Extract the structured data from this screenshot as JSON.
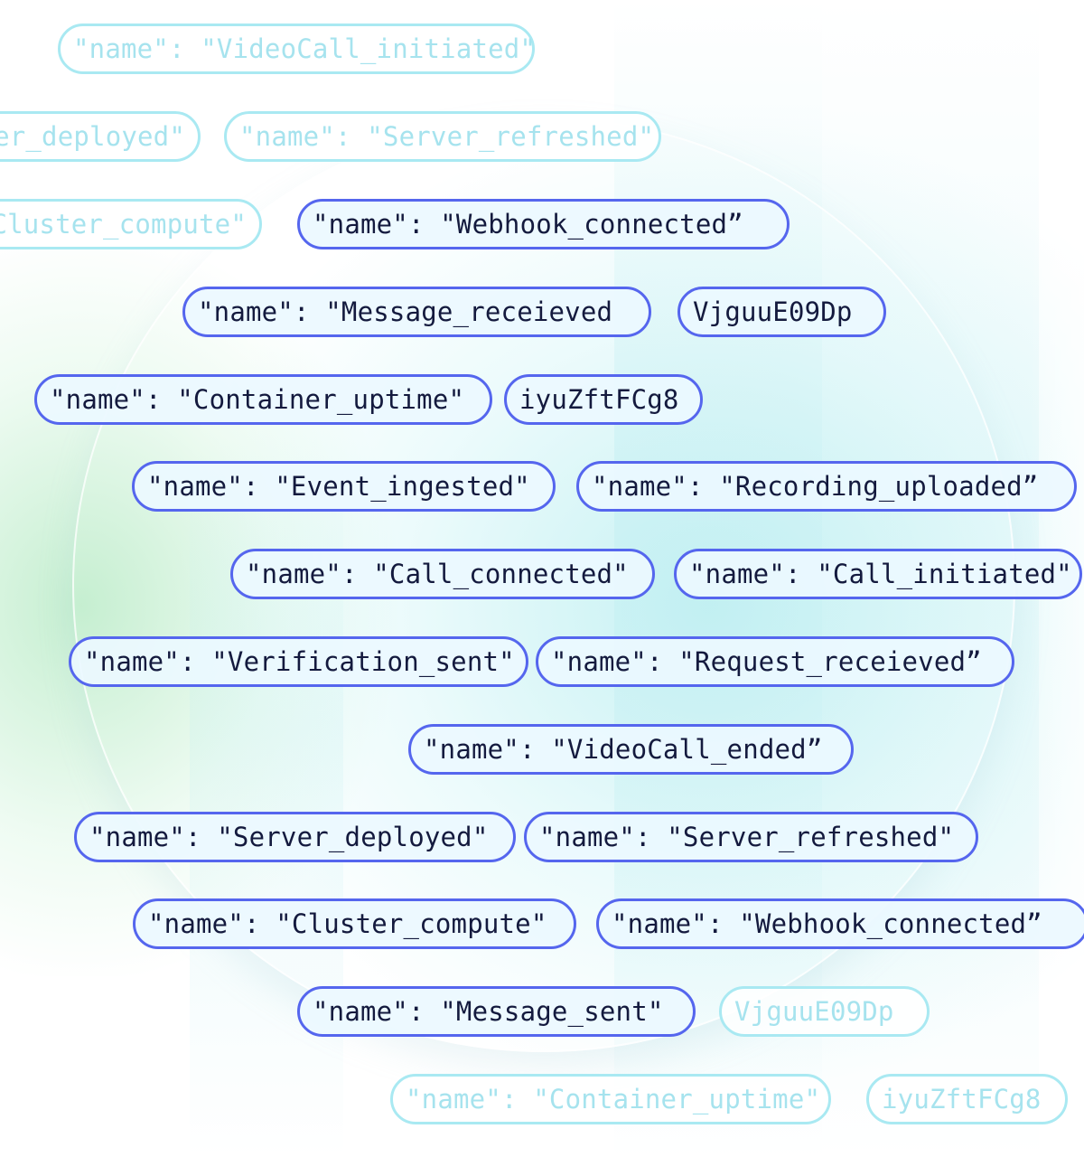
{
  "tags": [
    {
      "text": "\"name\": \"VideoCall_initiated\"",
      "style": "faint"
    },
    {
      "text": "er_deployed\"",
      "style": "faint"
    },
    {
      "text": "\"name\": \"Server_refreshed\"",
      "style": "faint"
    },
    {
      "text": "Cluster_compute\"",
      "style": "faint"
    },
    {
      "text": "\"name\": \"Webhook_connected”",
      "style": "strong"
    },
    {
      "text": "\"name\": \"Message_receieved",
      "style": "strong"
    },
    {
      "text": "VjguuE09Dp",
      "style": "strong"
    },
    {
      "text": "\"name\": \"Container_uptime\"",
      "style": "strong"
    },
    {
      "text": "iyuZftFCg8",
      "style": "strong"
    },
    {
      "text": "\"name\": \"Event_ingested\"",
      "style": "strong"
    },
    {
      "text": "\"name\": \"Recording_uploaded”",
      "style": "strong"
    },
    {
      "text": "\"name\": \"Call_connected\"",
      "style": "strong"
    },
    {
      "text": "\"name\": \"Call_initiated\"",
      "style": "strong"
    },
    {
      "text": "\"name\": \"Verification_sent\"",
      "style": "strong"
    },
    {
      "text": "\"name\": \"Request_receieved”",
      "style": "strong"
    },
    {
      "text": "\"name\": \"VideoCall_ended”",
      "style": "strong"
    },
    {
      "text": "\"name\": \"Server_deployed\"",
      "style": "strong"
    },
    {
      "text": "\"name\": \"Server_refreshed\"",
      "style": "strong"
    },
    {
      "text": "\"name\": \"Cluster_compute\"",
      "style": "strong"
    },
    {
      "text": "\"name\": \"Webhook_connected”",
      "style": "strong"
    },
    {
      "text": "\"name\": \"Message_sent\"",
      "style": "strong"
    },
    {
      "text": "VjguuE09Dp",
      "style": "faint"
    },
    {
      "text": "\"name\": \"Container_uptime\"",
      "style": "faint"
    },
    {
      "text": "iyuZftFCg8",
      "style": "faint"
    }
  ],
  "colors": {
    "strong_border": "#5566ee",
    "strong_text": "#141a3e",
    "faint_border": "#a9e9f2",
    "faint_text": "#a6e3ee"
  }
}
